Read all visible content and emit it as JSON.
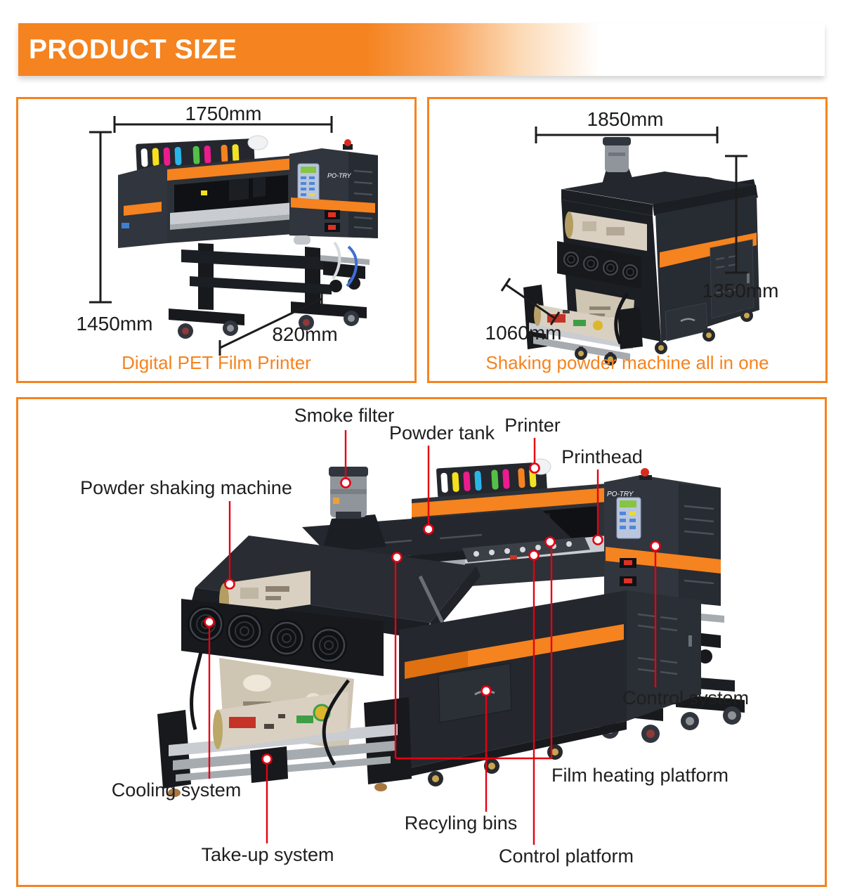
{
  "header": {
    "title": "PRODUCT SIZE"
  },
  "panels": {
    "printer": {
      "caption": "Digital PET Film Printer",
      "dims": {
        "width": "1750mm",
        "height": "1450mm",
        "depth": "820mm"
      }
    },
    "shaker": {
      "caption": "Shaking powder machine all in one",
      "dims": {
        "width": "1850mm",
        "height": "1350mm",
        "depth": "1060mm"
      }
    }
  },
  "diagram": {
    "labels": {
      "smoke_filter": "Smoke filter",
      "powder_tank": "Powder tank",
      "printer": "Printer",
      "printhead": "Printhead",
      "powder_shaking_machine": "Powder shaking machine",
      "control_system": "Control system",
      "cooling_system": "Cooling system",
      "take_up_system": "Take-up system",
      "recycling_bins": "Recyling bins",
      "film_heating_platform": "Film heating platform",
      "control_platform": "Control platform"
    }
  },
  "colors": {
    "accent": "#F5831F",
    "callout": "#E60012",
    "label_text": "#1F1F1F"
  }
}
